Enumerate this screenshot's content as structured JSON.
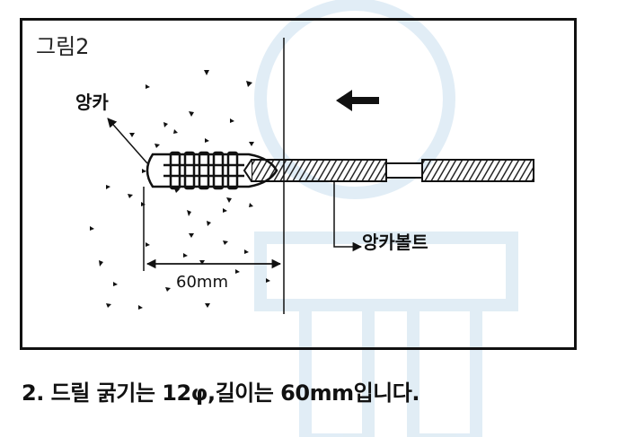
{
  "figure": {
    "label": "그림2",
    "anchor_label": "앙카",
    "bolt_label": "앙카볼트",
    "dimension_label": "60mm"
  },
  "caption": "2. 드릴 굵기는 12φ,길이는 60mm입니다.",
  "colors": {
    "line": "#111111",
    "watermark": "#bcd6e8"
  },
  "icons": {
    "direction": "arrow-left-icon"
  }
}
